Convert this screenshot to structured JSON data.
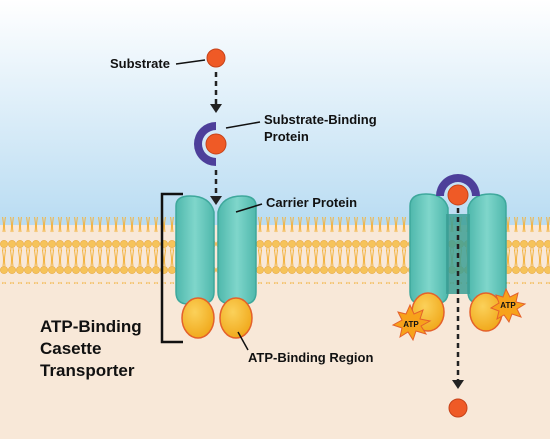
{
  "labels": {
    "substrate": "Substrate",
    "substrate_binding_protein_line1": "Substrate-Binding",
    "substrate_binding_protein_line2": "Protein",
    "carrier_protein": "Carrier Protein",
    "atp_binding_region": "ATP-Binding Region",
    "title_line1": "ATP-Binding",
    "title_line2": "Casette",
    "title_line3": "Transporter",
    "atp_left": "ATP",
    "atp_right": "ATP"
  },
  "colors": {
    "sky_top": "#ffffff",
    "sky_bottom": "#b9dcf2",
    "cytoplasm": "#f8e8d8",
    "lipid_head": "#f6c35a",
    "lipid_tail": "#f3b33f",
    "protein": "#5ec4b8",
    "protein_dark": "#3ea89c",
    "atp_region": "#f4b32a",
    "atp_region_stroke": "#e4612b",
    "substrate": "#ef5a26",
    "binding_protein": "#4d3f9a",
    "atp_burst": "#f7a21b"
  }
}
